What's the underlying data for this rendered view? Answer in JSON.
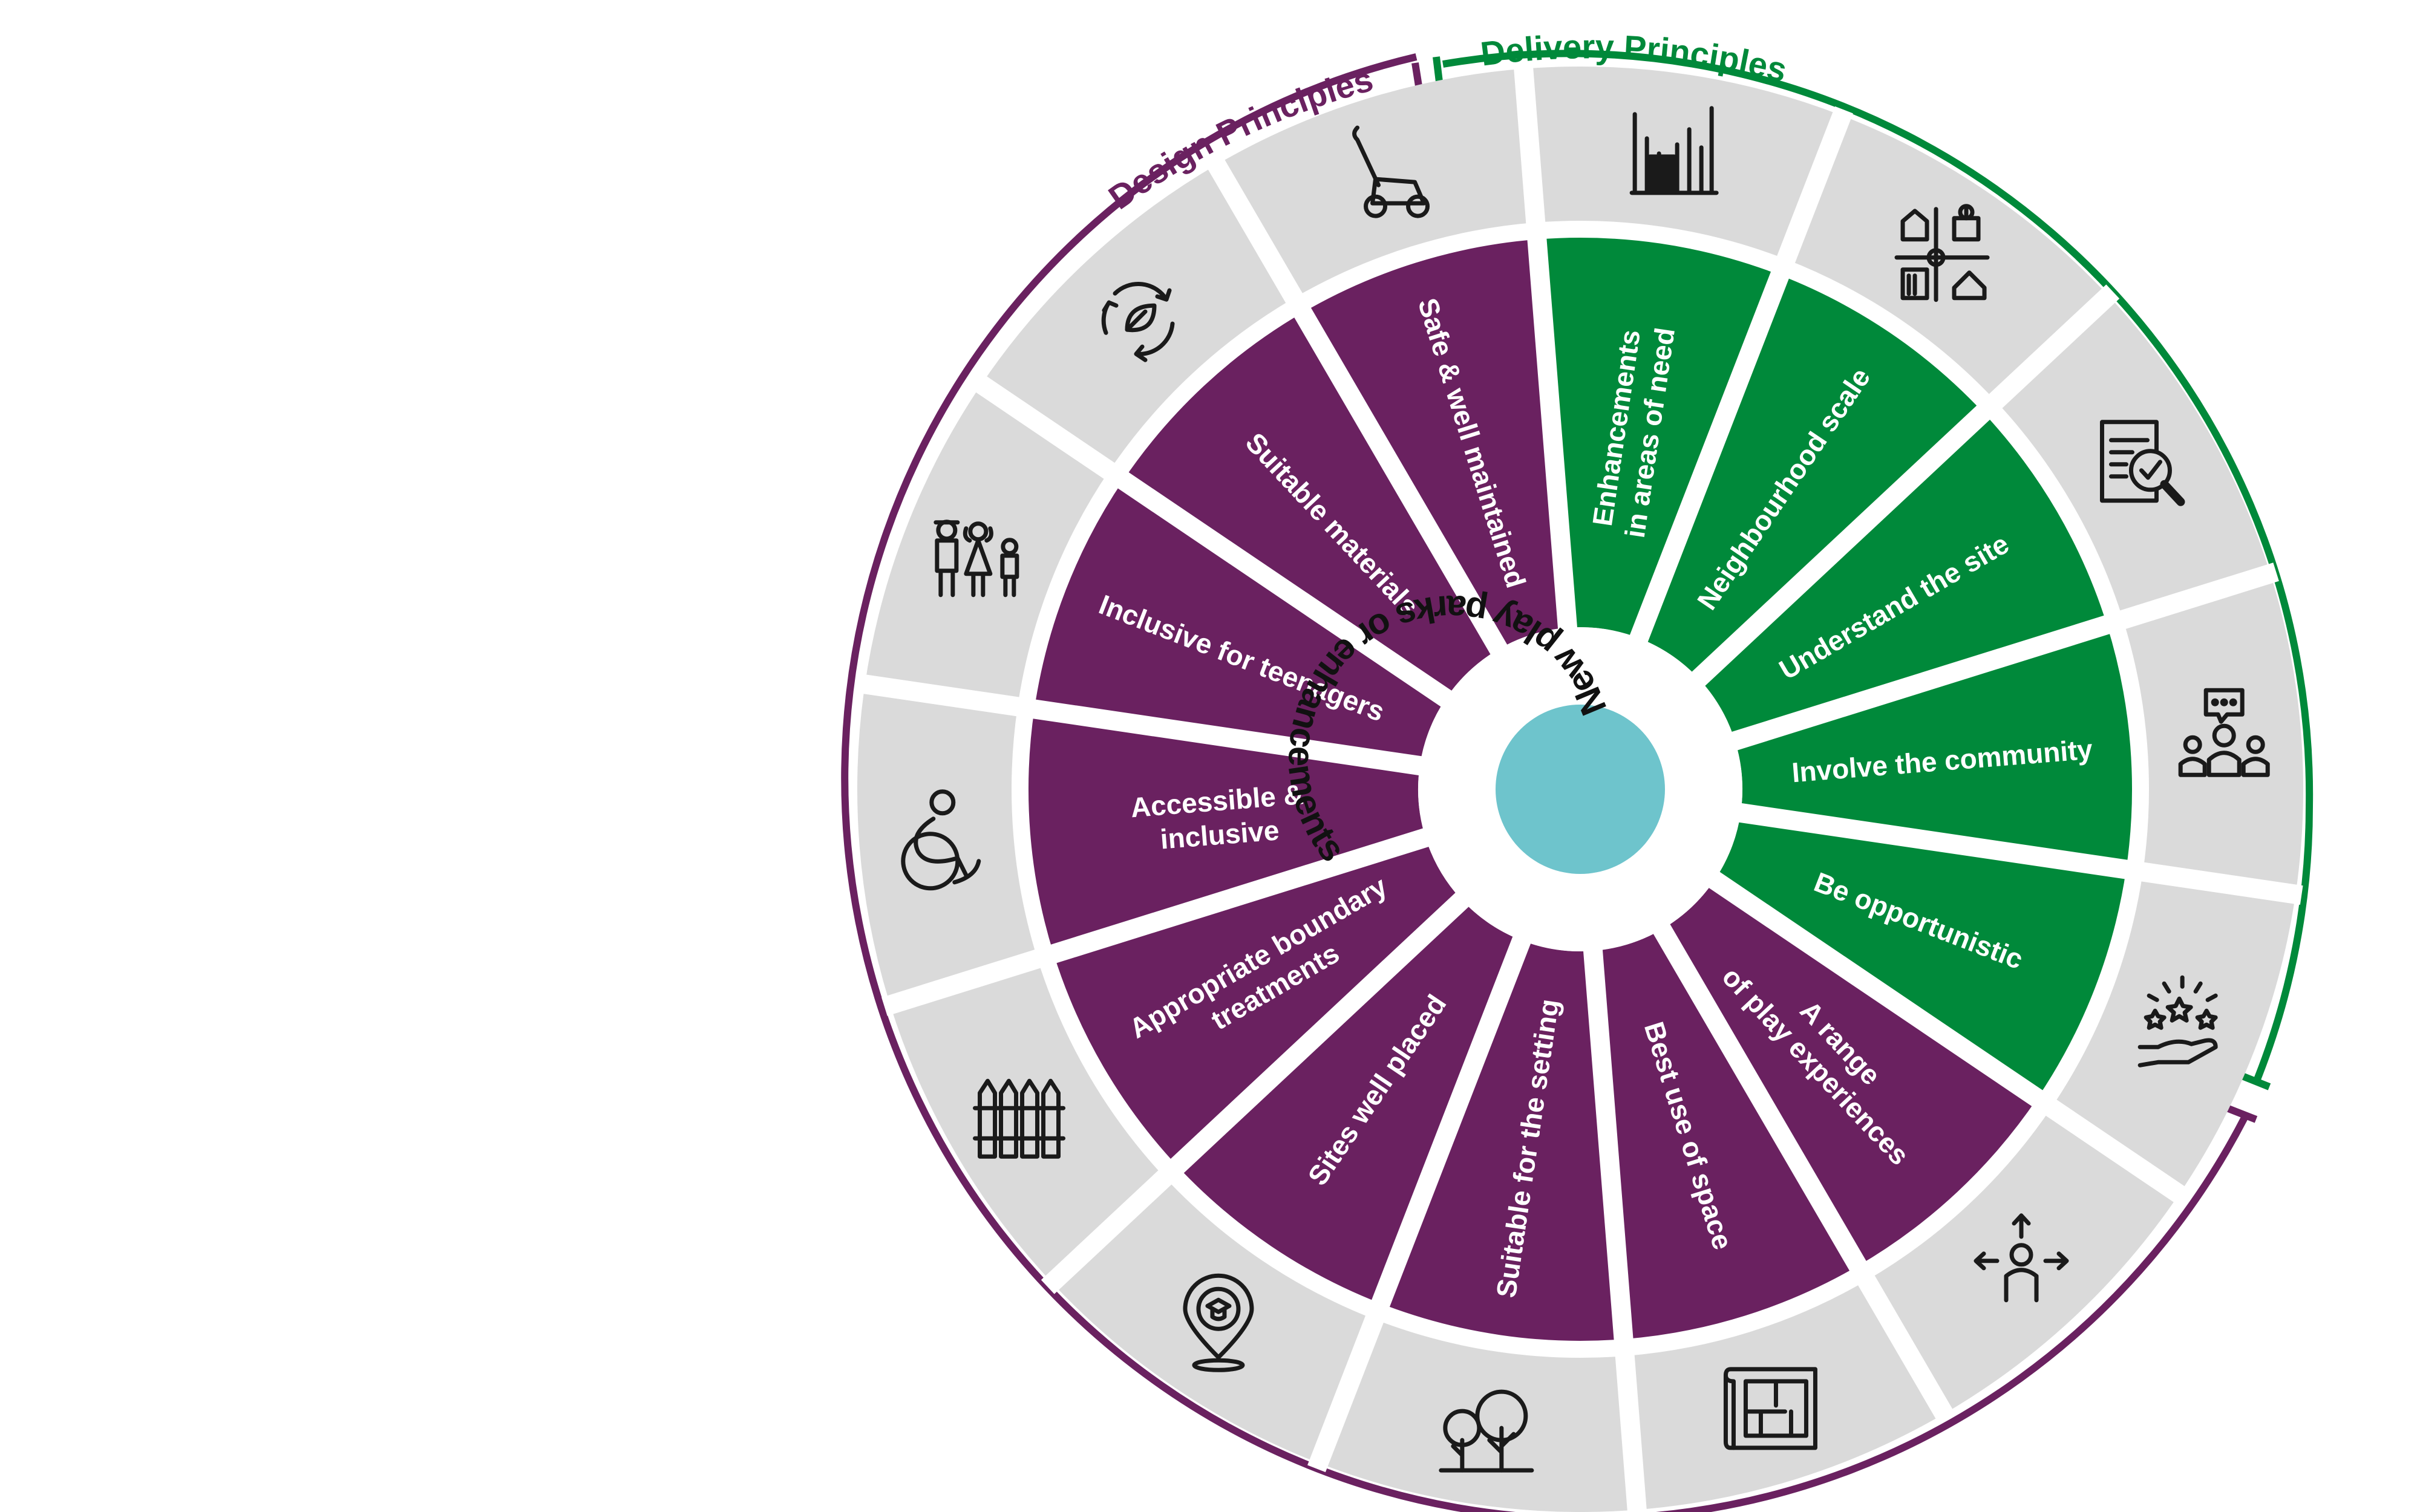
{
  "outer_labels": {
    "design": "Design Principles",
    "delivery": "Delivery Principles"
  },
  "center": {
    "label": "New play parks or enhancements"
  },
  "colors": {
    "design": "#6a2160",
    "delivery": "#00893a",
    "icon_ring": "#dadada",
    "center_disc": "#6ec4cc",
    "background": "#ffffff",
    "segment_text": "#ffffff",
    "icon_stroke": "#1a1a1a"
  },
  "segments": [
    {
      "label_lines": [
        "Enhancements",
        "in areas of need"
      ],
      "group": "delivery",
      "icon": "bar-chart-icon"
    },
    {
      "label_lines": [
        "Neighbourhood scale"
      ],
      "group": "delivery",
      "icon": "neighbourhood-map-icon"
    },
    {
      "label_lines": [
        "Understand the site"
      ],
      "group": "delivery",
      "icon": "document-search-icon"
    },
    {
      "label_lines": [
        "Involve the community"
      ],
      "group": "delivery",
      "icon": "community-chat-icon"
    },
    {
      "label_lines": [
        "Be opportunistic"
      ],
      "group": "delivery",
      "icon": "hand-stars-icon"
    },
    {
      "label_lines": [
        "A range",
        "of play experiences"
      ],
      "group": "design",
      "icon": "person-arrows-icon"
    },
    {
      "label_lines": [
        "Best use of space"
      ],
      "group": "design",
      "icon": "floor-plan-icon"
    },
    {
      "label_lines": [
        "Suitable for the setting"
      ],
      "group": "design",
      "icon": "trees-icon"
    },
    {
      "label_lines": [
        "Sites well placed"
      ],
      "group": "design",
      "icon": "location-pin-icon"
    },
    {
      "label_lines": [
        "Appropriate boundary",
        "treatments"
      ],
      "group": "design",
      "icon": "fence-icon"
    },
    {
      "label_lines": [
        "Accessible &",
        "inclusive"
      ],
      "group": "design",
      "icon": "wheelchair-icon"
    },
    {
      "label_lines": [
        "Inclusive for teenagers"
      ],
      "group": "design",
      "icon": "family-icon"
    },
    {
      "label_lines": [
        "Suitable materials"
      ],
      "group": "design",
      "icon": "recycle-leaf-icon"
    },
    {
      "label_lines": [
        "Safe & well maintained"
      ],
      "group": "design",
      "icon": "lawn-mower-icon"
    }
  ]
}
